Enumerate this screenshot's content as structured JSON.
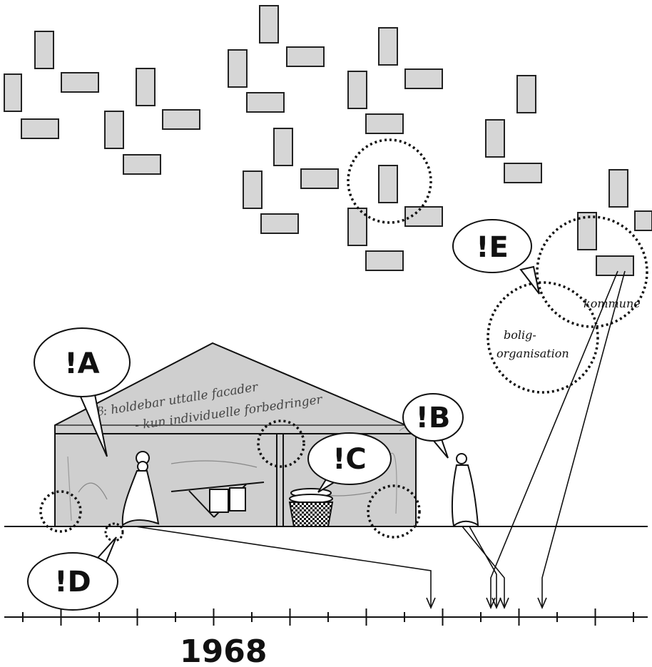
{
  "callouts": {
    "a": "!A",
    "b": "!B",
    "c": "!C",
    "d": "!D",
    "e": "!E"
  },
  "handwriting": {
    "line1": "ℬ: holdebar uttalle facader",
    "line2": "- kun individuelle forbedringer"
  },
  "labels": {
    "bolig_line1": "bolig-",
    "bolig_line2": "organisation",
    "kommune": "kommune"
  },
  "timeline": {
    "year": "1968"
  },
  "colors": {
    "block_fill": "#d6d6d6",
    "house_fill": "#cfcfcf",
    "ink": "#111111"
  }
}
